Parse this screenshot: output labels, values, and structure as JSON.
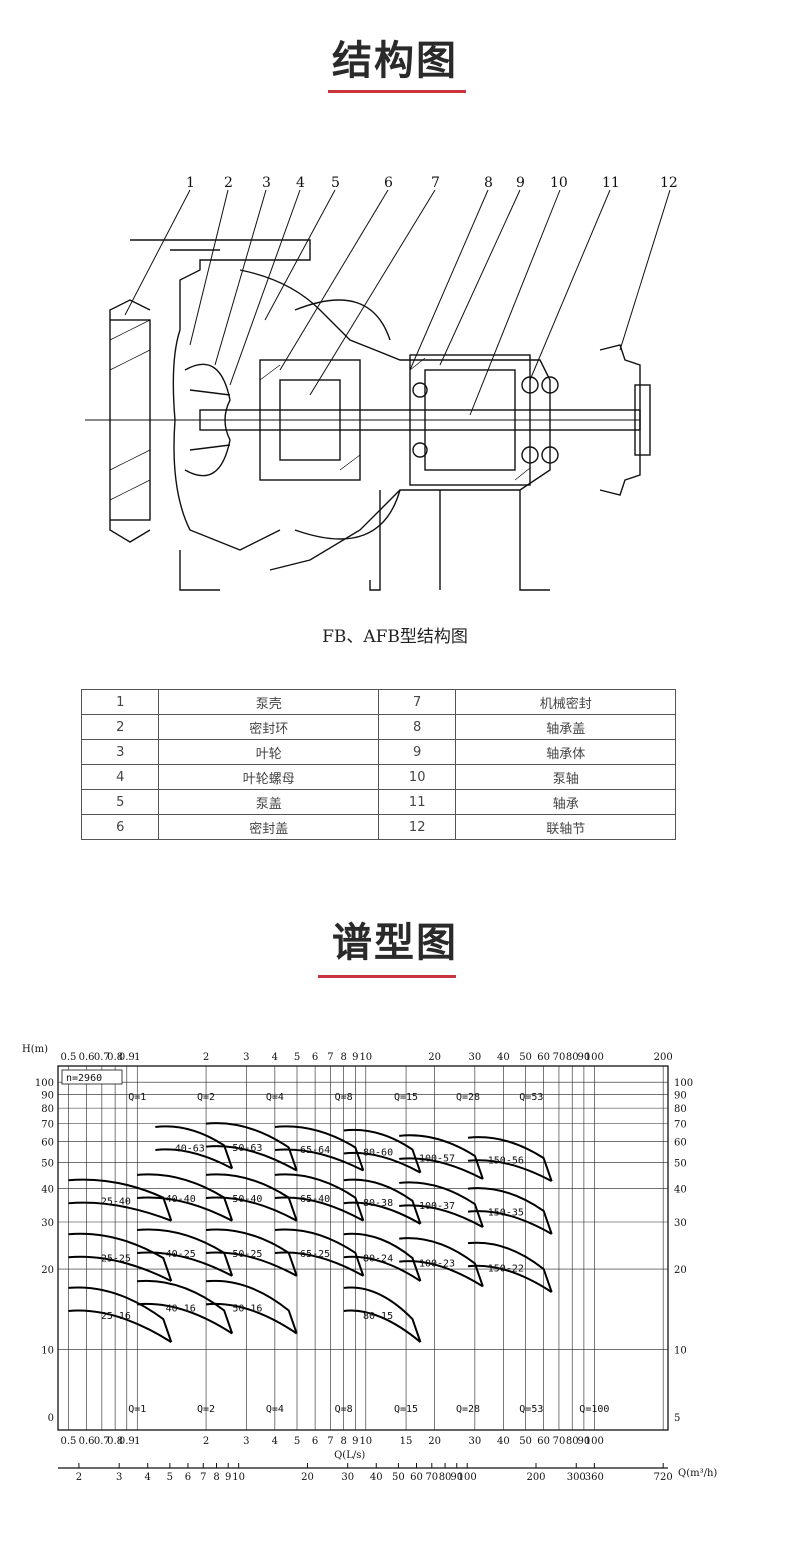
{
  "structure_section": {
    "title": "结构图",
    "caption": "FB、AFB型结构图",
    "callout_numbers": [
      "1",
      "2",
      "3",
      "4",
      "5",
      "6",
      "7",
      "8",
      "9",
      "10",
      "11",
      "12"
    ],
    "parts_table": [
      {
        "n1": "1",
        "p1": "泵壳",
        "n2": "7",
        "p2": "机械密封"
      },
      {
        "n1": "2",
        "p1": "密封环",
        "n2": "8",
        "p2": "轴承盖"
      },
      {
        "n1": "3",
        "p1": "叶轮",
        "n2": "9",
        "p2": "轴承体"
      },
      {
        "n1": "4",
        "p1": "叶轮螺母",
        "n2": "10",
        "p2": "泵轴"
      },
      {
        "n1": "5",
        "p1": "泵盖",
        "n2": "11",
        "p2": "轴承"
      },
      {
        "n1": "6",
        "p1": "密封盖",
        "n2": "12",
        "p2": "联轴节"
      }
    ]
  },
  "spectrum_section": {
    "title": "谱型图",
    "chart_data": {
      "type": "line",
      "ylabel": "H(m)",
      "xlabel": "Q(L/s)",
      "xlabel2": "Q(m³/h)",
      "speed_label": "n=2960",
      "scale": "log-log",
      "x_ticks_top": [
        "0.5",
        "0.6",
        "0.7",
        "0.8",
        "0.9",
        "1",
        "2",
        "3",
        "4",
        "5",
        "6",
        "7",
        "8",
        "9",
        "10",
        "20",
        "30",
        "40",
        "50",
        "60",
        "70",
        "80",
        "90",
        "100",
        "200"
      ],
      "x_ticks_bottom": [
        "0.5",
        "0.6",
        "0.7",
        "0.8",
        "0.9",
        "1",
        "2",
        "3",
        "4",
        "5",
        "6",
        "7",
        "8",
        "9",
        "10",
        "15",
        "20",
        "30",
        "40",
        "50",
        "60",
        "70",
        "80",
        "90",
        "100"
      ],
      "x2_ticks": [
        "2",
        "3",
        "4",
        "5",
        "6",
        "7",
        "8",
        "9",
        "10",
        "20",
        "30",
        "40",
        "50",
        "60",
        "70",
        "80",
        "90",
        "100",
        "200",
        "300",
        "360",
        "720"
      ],
      "y_ticks_left": [
        "0",
        "10",
        "20",
        "30",
        "40",
        "50",
        "60",
        "70",
        "80",
        "90",
        "100"
      ],
      "y_ticks_right": [
        "5",
        "10",
        "20",
        "30",
        "40",
        "50",
        "60",
        "70",
        "80",
        "90",
        "100"
      ],
      "flow_markers_top": [
        "Q=1",
        "Q=2",
        "Q=4",
        "Q=8",
        "Q=15",
        "Q=28",
        "Q=53"
      ],
      "flow_markers_bottom": [
        "Q=1",
        "Q=2",
        "Q=4",
        "Q=8",
        "Q=15",
        "Q=28",
        "Q=53",
        "Q=100"
      ],
      "models": [
        {
          "name": "25-40",
          "q_range": [
            0.5,
            1.3
          ],
          "h_range": [
            43,
            37
          ]
        },
        {
          "name": "25-25",
          "q_range": [
            0.5,
            1.3
          ],
          "h_range": [
            27,
            22
          ]
        },
        {
          "name": "25-16",
          "q_range": [
            0.5,
            1.3
          ],
          "h_range": [
            17,
            13
          ]
        },
        {
          "name": "40-63",
          "q_range": [
            1.2,
            2.4
          ],
          "h_range": [
            68,
            58
          ]
        },
        {
          "name": "40-40",
          "q_range": [
            1.0,
            2.4
          ],
          "h_range": [
            45,
            37
          ]
        },
        {
          "name": "40-25",
          "q_range": [
            1.0,
            2.4
          ],
          "h_range": [
            28,
            23
          ]
        },
        {
          "name": "40-16",
          "q_range": [
            1.0,
            2.4
          ],
          "h_range": [
            18,
            14
          ]
        },
        {
          "name": "50-63",
          "q_range": [
            2.0,
            4.6
          ],
          "h_range": [
            70,
            57
          ]
        },
        {
          "name": "50-40",
          "q_range": [
            2.0,
            4.6
          ],
          "h_range": [
            45,
            37
          ]
        },
        {
          "name": "50-25",
          "q_range": [
            2.0,
            4.6
          ],
          "h_range": [
            28,
            23
          ]
        },
        {
          "name": "50-16",
          "q_range": [
            2.0,
            4.6
          ],
          "h_range": [
            18,
            14
          ]
        },
        {
          "name": "65-64",
          "q_range": [
            4.0,
            9.0
          ],
          "h_range": [
            68,
            57
          ]
        },
        {
          "name": "65-40",
          "q_range": [
            4.0,
            9.0
          ],
          "h_range": [
            45,
            37
          ]
        },
        {
          "name": "65-25",
          "q_range": [
            4.0,
            9.0
          ],
          "h_range": [
            28,
            23
          ]
        },
        {
          "name": "80-60",
          "q_range": [
            8.0,
            16.0
          ],
          "h_range": [
            66,
            56
          ]
        },
        {
          "name": "80-38",
          "q_range": [
            8.0,
            16.0
          ],
          "h_range": [
            43,
            36
          ]
        },
        {
          "name": "80-24",
          "q_range": [
            8.0,
            16.0
          ],
          "h_range": [
            27,
            22
          ]
        },
        {
          "name": "80-15",
          "q_range": [
            8.0,
            16.0
          ],
          "h_range": [
            17,
            13
          ]
        },
        {
          "name": "100-57",
          "q_range": [
            14.0,
            30.0
          ],
          "h_range": [
            63,
            53
          ]
        },
        {
          "name": "100-37",
          "q_range": [
            14.0,
            30.0
          ],
          "h_range": [
            42,
            35
          ]
        },
        {
          "name": "100-23",
          "q_range": [
            14.0,
            30.0
          ],
          "h_range": [
            26,
            21
          ]
        },
        {
          "name": "150-56",
          "q_range": [
            28.0,
            60.0
          ],
          "h_range": [
            62,
            52
          ]
        },
        {
          "name": "150-35",
          "q_range": [
            28.0,
            60.0
          ],
          "h_range": [
            40,
            33
          ]
        },
        {
          "name": "150-22",
          "q_range": [
            28.0,
            60.0
          ],
          "h_range": [
            25,
            20
          ]
        }
      ]
    }
  }
}
